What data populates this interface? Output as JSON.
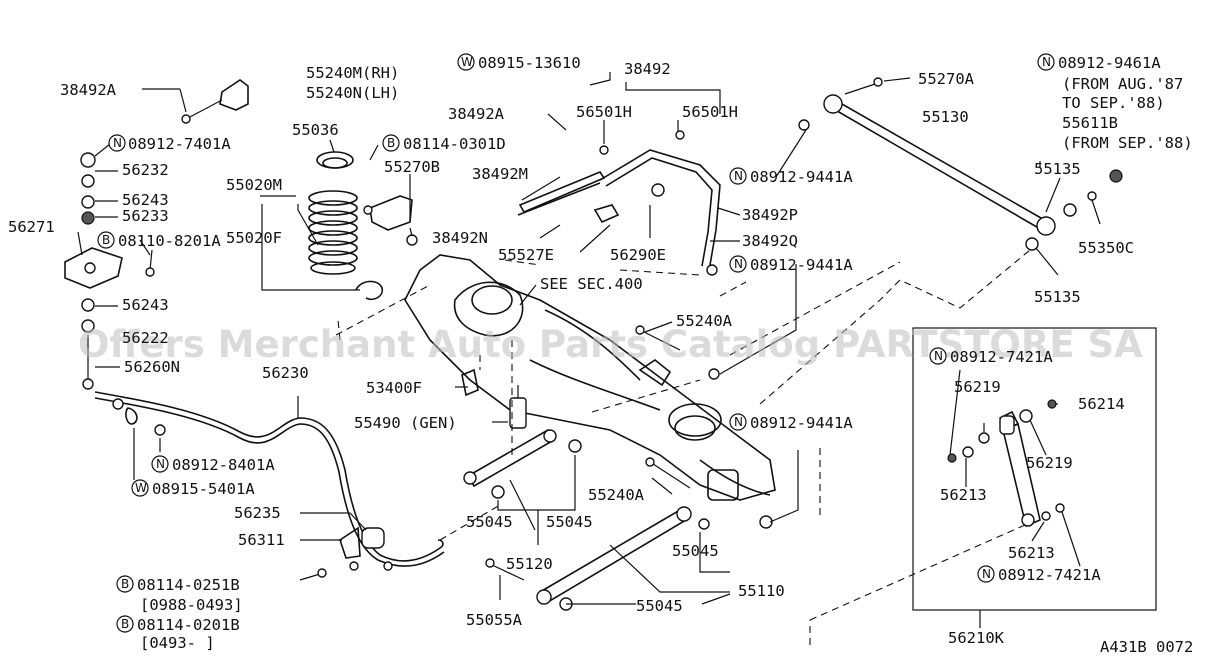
{
  "watermark": "Offers Merchant Auto Parts Catalog PARTSTORE SA",
  "drawing_code": "A431B 0072",
  "prefixes": {
    "N": "N",
    "B": "B",
    "W": "W"
  },
  "labels": {
    "p38492A_left": "38492A",
    "n08912_7401A": "08912-7401A",
    "p56232": "56232",
    "p56243_top": "56243",
    "p56233": "56233",
    "p56271": "56271",
    "b08110_8201A": "08110-8201A",
    "p56243_bot": "56243",
    "p56222": "56222",
    "p56260N": "56260N",
    "p56230": "56230",
    "n08912_8401A": "08912-8401A",
    "w08915_5401A": "08915-5401A",
    "p56235": "56235",
    "p56311": "56311",
    "b08114_0251B": "08114-0251B",
    "date_0988_0493": "[0988-0493]",
    "b08114_0201B": "08114-0201B",
    "date_0493": "[0493-      ]",
    "p55240M": "55240M(RH)",
    "p55240N": "55240N(LH)",
    "p55036": "55036",
    "b08114_0301D": "08114-0301D",
    "p55270B": "55270B",
    "p55020M": "55020M",
    "p55020F": "55020F",
    "w08915_13610": "08915-13610",
    "p38492": "38492",
    "p38492A_mid": "38492A",
    "p56501H_a": "56501H",
    "p56501H_b": "56501H",
    "p38492M": "38492M",
    "p38492N": "38492N",
    "p55527E": "55527E",
    "p56290E": "56290E",
    "p38492P": "38492P",
    "p38492Q": "38492Q",
    "see_sec": "SEE SEC.400",
    "n08912_9441A_a": "08912-9441A",
    "n08912_9441A_b": "08912-9441A",
    "n08912_9441A_c": "08912-9441A",
    "p55240A_top": "55240A",
    "p53400F": "53400F",
    "p55490": "55490 (GEN)",
    "p55240A_bot": "55240A",
    "p55045_a": "55045",
    "p55045_b": "55045",
    "p55045_c": "55045",
    "p55045_d": "55045",
    "p55120": "55120",
    "p55110": "55110",
    "p55055A": "55055A",
    "p55270A": "55270A",
    "n08912_9461A": "08912-9461A",
    "from_aug87": "(FROM AUG.'87",
    "to_sep88": "TO SEP.'88)",
    "p55611B": "55611B",
    "from_sep88": "(FROM SEP.'88)",
    "p55130": "55130",
    "p55135_a": "55135",
    "p55135_b": "55135",
    "p55350C": "55350C",
    "n08912_7421A_top": "08912-7421A",
    "p56219_a": "56219",
    "p56219_b": "56219",
    "p56214": "56214",
    "p56213_a": "56213",
    "p56213_b": "56213",
    "n08912_7421A_bot": "08912-7421A",
    "p56210K": "56210K"
  }
}
